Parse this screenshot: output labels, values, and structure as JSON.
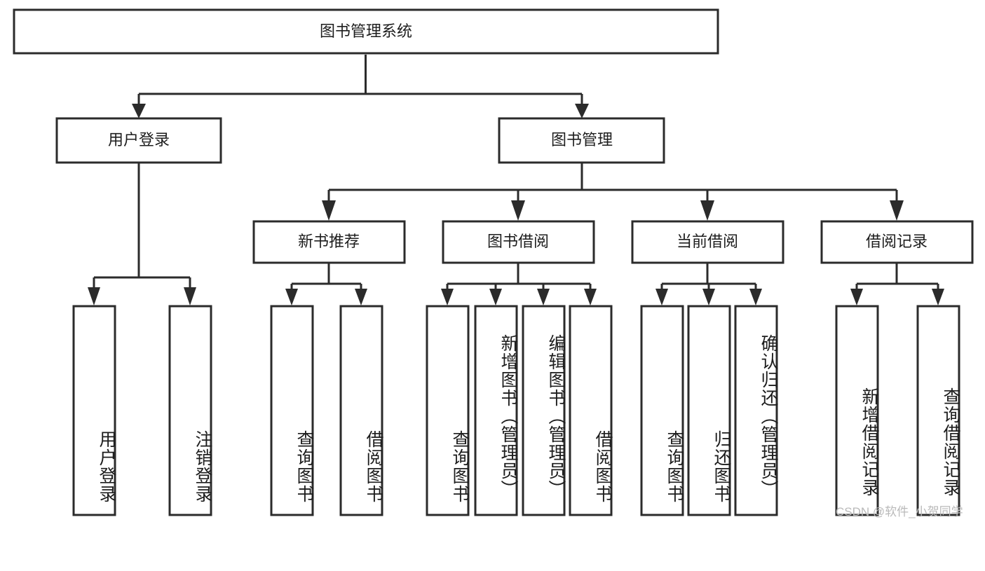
{
  "diagram": {
    "type": "tree",
    "title": "图书管理系统",
    "root": {
      "id": "root",
      "label": "图书管理系统",
      "orientation": "horizontal"
    },
    "level2": [
      {
        "id": "user-login",
        "label": "用户登录",
        "orientation": "horizontal"
      },
      {
        "id": "book-manage",
        "label": "图书管理",
        "orientation": "horizontal"
      }
    ],
    "level3": [
      {
        "id": "new-book-recommend",
        "label": "新书推荐",
        "orientation": "horizontal",
        "parent": "book-manage"
      },
      {
        "id": "book-borrow",
        "label": "图书借阅",
        "orientation": "horizontal",
        "parent": "book-manage"
      },
      {
        "id": "current-borrow",
        "label": "当前借阅",
        "orientation": "horizontal",
        "parent": "book-manage"
      },
      {
        "id": "borrow-record",
        "label": "借阅记录",
        "orientation": "horizontal",
        "parent": "book-manage"
      }
    ],
    "leaves": [
      {
        "id": "leaf-user-login",
        "label": "用户登录",
        "orientation": "vertical",
        "parent": "user-login"
      },
      {
        "id": "leaf-logout-login",
        "label": "注销登录",
        "orientation": "vertical",
        "parent": "user-login"
      },
      {
        "id": "leaf-query-book-1",
        "label": "查询图书",
        "orientation": "vertical",
        "parent": "new-book-recommend"
      },
      {
        "id": "leaf-borrow-book-1",
        "label": "借阅图书",
        "orientation": "vertical",
        "parent": "new-book-recommend"
      },
      {
        "id": "leaf-query-book-2",
        "label": "查询图书",
        "orientation": "vertical",
        "parent": "book-borrow"
      },
      {
        "id": "leaf-add-book",
        "label": "新增图书（管理员）",
        "orientation": "vertical",
        "parent": "book-borrow"
      },
      {
        "id": "leaf-edit-book",
        "label": "编辑图书（管理员）",
        "orientation": "vertical",
        "parent": "book-borrow"
      },
      {
        "id": "leaf-borrow-book-2",
        "label": "借阅图书",
        "orientation": "vertical",
        "parent": "book-borrow"
      },
      {
        "id": "leaf-query-book-3",
        "label": "查询图书",
        "orientation": "vertical",
        "parent": "current-borrow"
      },
      {
        "id": "leaf-return-book",
        "label": "归还图书",
        "orientation": "vertical",
        "parent": "current-borrow"
      },
      {
        "id": "leaf-confirm-return",
        "label": "确认归还（管理员）",
        "orientation": "vertical",
        "parent": "current-borrow"
      },
      {
        "id": "leaf-add-record",
        "label": "新增借阅记录",
        "orientation": "vertical",
        "parent": "borrow-record"
      },
      {
        "id": "leaf-query-record",
        "label": "查询借阅记录",
        "orientation": "vertical",
        "parent": "borrow-record"
      }
    ]
  },
  "watermark": {
    "text": "CSDN @软件_小贺同学"
  },
  "colors": {
    "stroke": "#2b2b2b",
    "fill": "#ffffff",
    "text": "#1d1d1d",
    "watermark": "#b9b9b9"
  }
}
